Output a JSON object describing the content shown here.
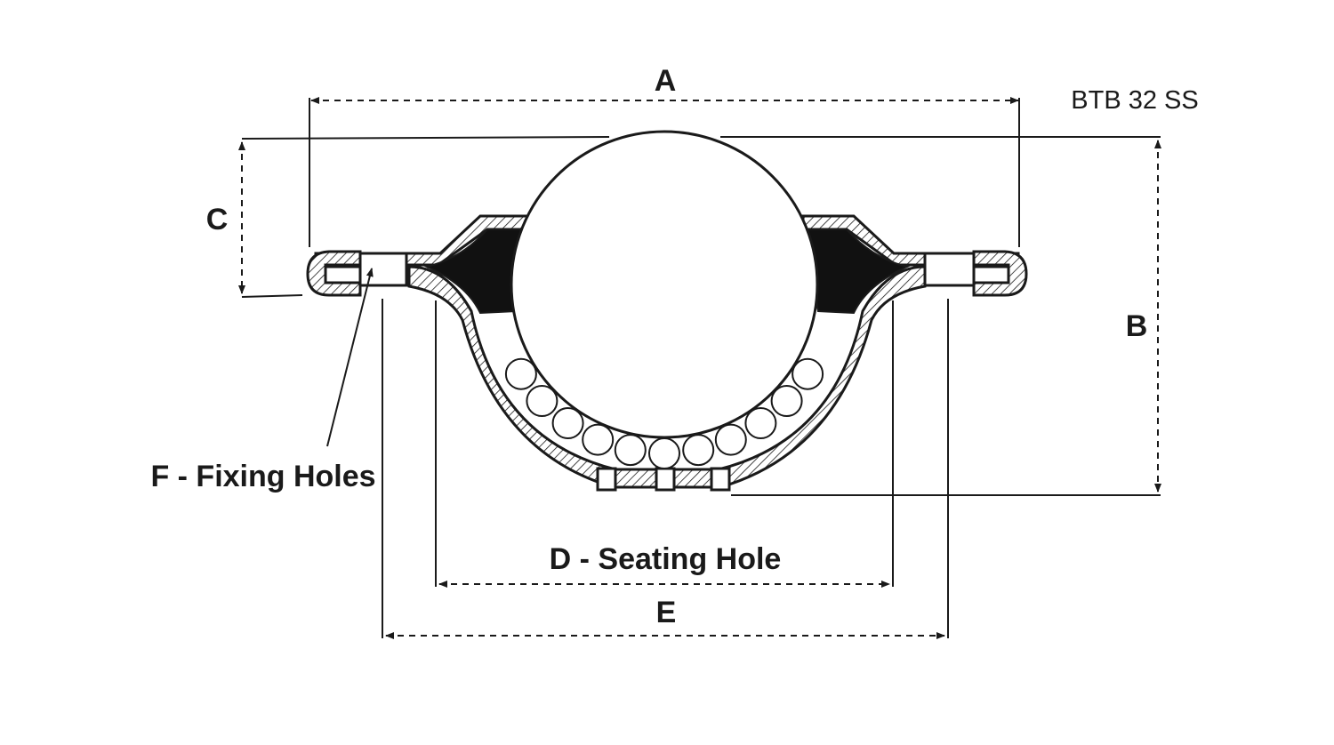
{
  "model_label": "BTB 32 SS",
  "dimensions": {
    "a": "A",
    "b": "B",
    "c": "C",
    "d": "D - Seating Hole",
    "e": "E",
    "f": "F - Fixing Holes"
  },
  "colors": {
    "line": "#1a1a1a",
    "background": "#ffffff",
    "seal": "#111111"
  }
}
